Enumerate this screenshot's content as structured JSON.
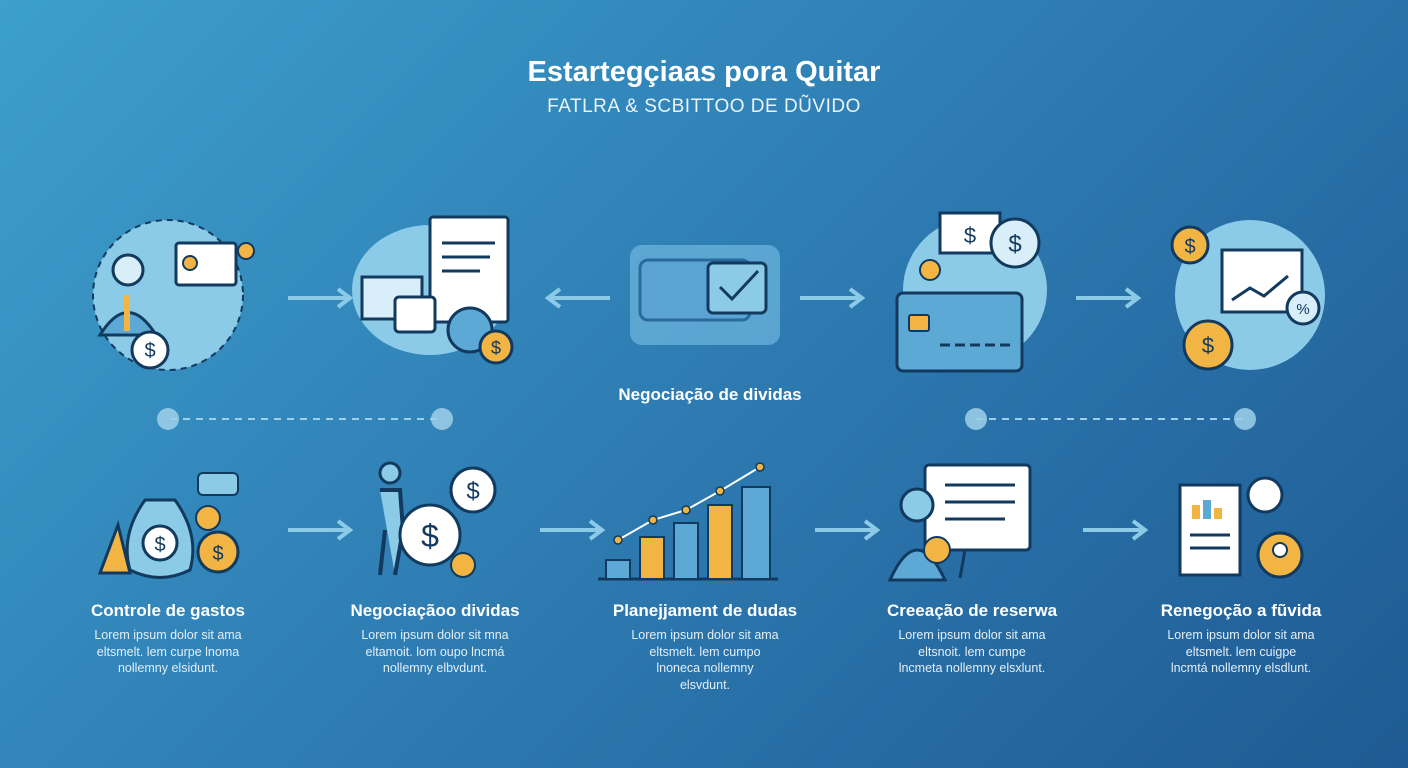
{
  "header": {
    "title": "Estartegçiaas pora Quitar",
    "subtitle": "FATLRA & SCBITTOO DE DŨVIDO"
  },
  "middle_caption": "Negociação de dividas",
  "steps": [
    {
      "title": "Controle de gastos",
      "text": "Lorem ipsum dolor sit ama eltsmelt. lem curpe lnoma nollemny elsidunt."
    },
    {
      "title": "Negociaçãoo dividas",
      "text": "Lorem ipsum dolor sit mna eltamoit. lom oupo lncmá nollemny elbvdunt."
    },
    {
      "title": "Planejjament de dudas",
      "text": "Lorem ipsum dolor sit ama eltsmelt. lem cumpo lnoneca nollemny elsvdunt."
    },
    {
      "title": "Creeação de reserwa",
      "text": "Lorem ipsum dolor sit ama eltsnoit. lem cumpe lncmeta nollemny elsxlunt."
    },
    {
      "title": "Renegoção a fũvida",
      "text": "Lorem ipsum dolor sit ama eltsmelt. lem cuigpe lncmtá nollemny elsdlunt."
    }
  ],
  "colors": {
    "accent": "#f2b544",
    "icon_fill": "#8ccbe8",
    "line": "#12395e"
  }
}
